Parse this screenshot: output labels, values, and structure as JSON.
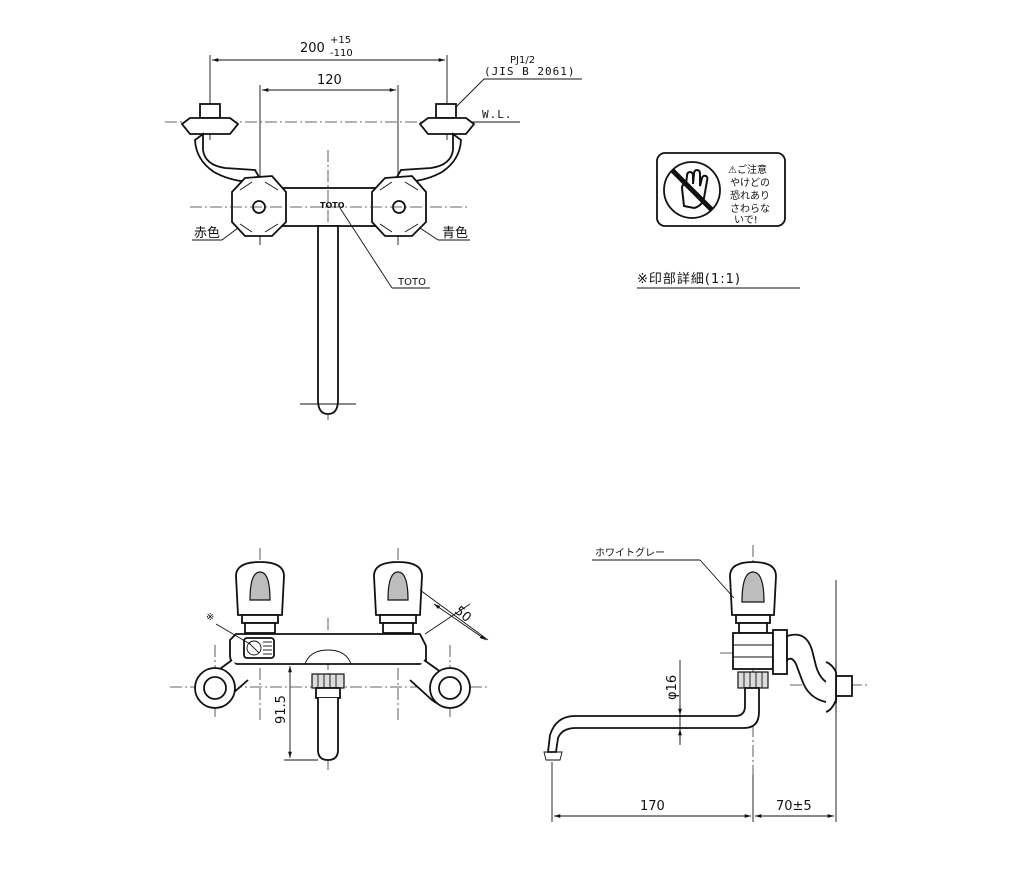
{
  "top_view": {
    "dim_width": "200",
    "dim_tol_plus": "+15",
    "dim_tol_minus": "-110",
    "dim_pitch": "120",
    "thread_label": "PJ1/2",
    "thread_std": "(JIS B 2061)",
    "wl_label": "W.L.",
    "hot_label": "赤色",
    "cold_label": "青色",
    "brand_label": "TOTO",
    "brand_mark": "TOTO"
  },
  "caution_label": {
    "title": "⚠ご注意",
    "line1": "やけどの",
    "line2": "恐れあり",
    "line3": "さわらな",
    "line4": "いで!",
    "caption": "※印部詳細(1:1)"
  },
  "front_view": {
    "mark_label": "※",
    "dim_height": "91.5",
    "dim_diag": "50"
  },
  "side_view": {
    "handle_color_label": "ホワイトグレー",
    "dim_diameter": "φ16",
    "dim_spout": "170",
    "dim_projection": "70±5"
  }
}
